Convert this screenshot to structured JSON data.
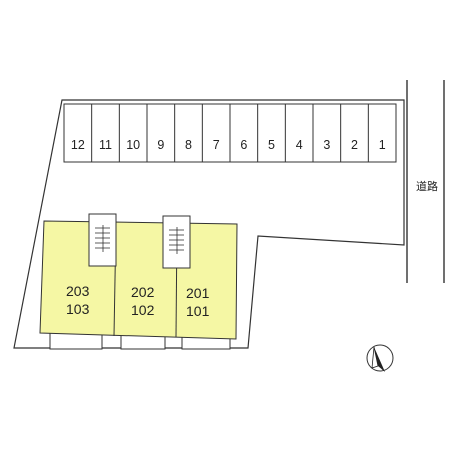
{
  "road_label": "道路",
  "parking": {
    "spaces": [
      "12",
      "11",
      "10",
      "9",
      "8",
      "7",
      "6",
      "5",
      "4",
      "3",
      "2",
      "1"
    ]
  },
  "units": [
    {
      "upper": "203",
      "lower": "103"
    },
    {
      "upper": "202",
      "lower": "102"
    },
    {
      "upper": "201",
      "lower": "101"
    }
  ],
  "colors": {
    "building_fill": "#f5f7a4",
    "outline": "#333333",
    "background": "#ffffff"
  },
  "icons": [
    "stairs-icon",
    "north-arrow-icon"
  ]
}
